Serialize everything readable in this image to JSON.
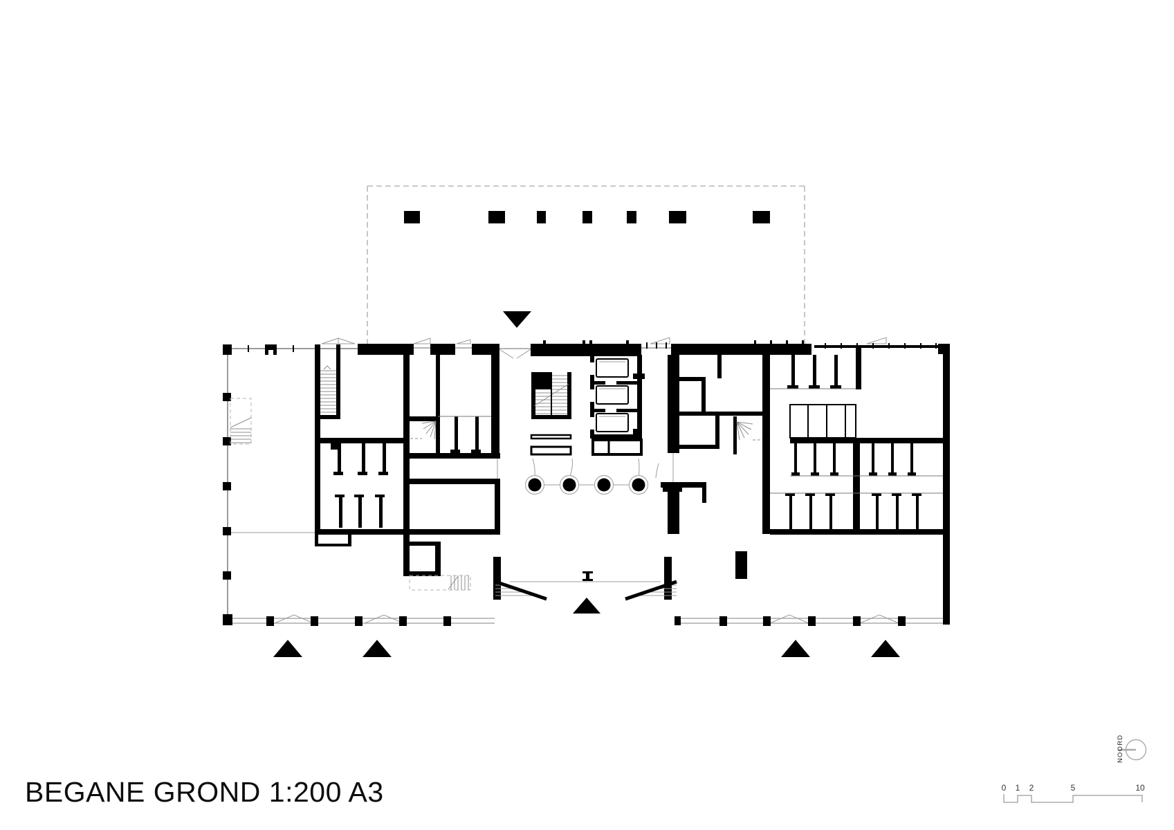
{
  "document": {
    "kind": "architectural-floor-plan",
    "background": "#ffffff"
  },
  "title_block": {
    "title": "BEGANE GROND 1:200 A3"
  },
  "north_indicator": {
    "label": "NOORD"
  },
  "scale_bar": {
    "labels": [
      "0",
      "1",
      "2",
      "5",
      "10"
    ]
  },
  "palette": {
    "ink": "#000000",
    "light_line": "#9b9b9b",
    "dash_line": "#b8b8b8"
  }
}
